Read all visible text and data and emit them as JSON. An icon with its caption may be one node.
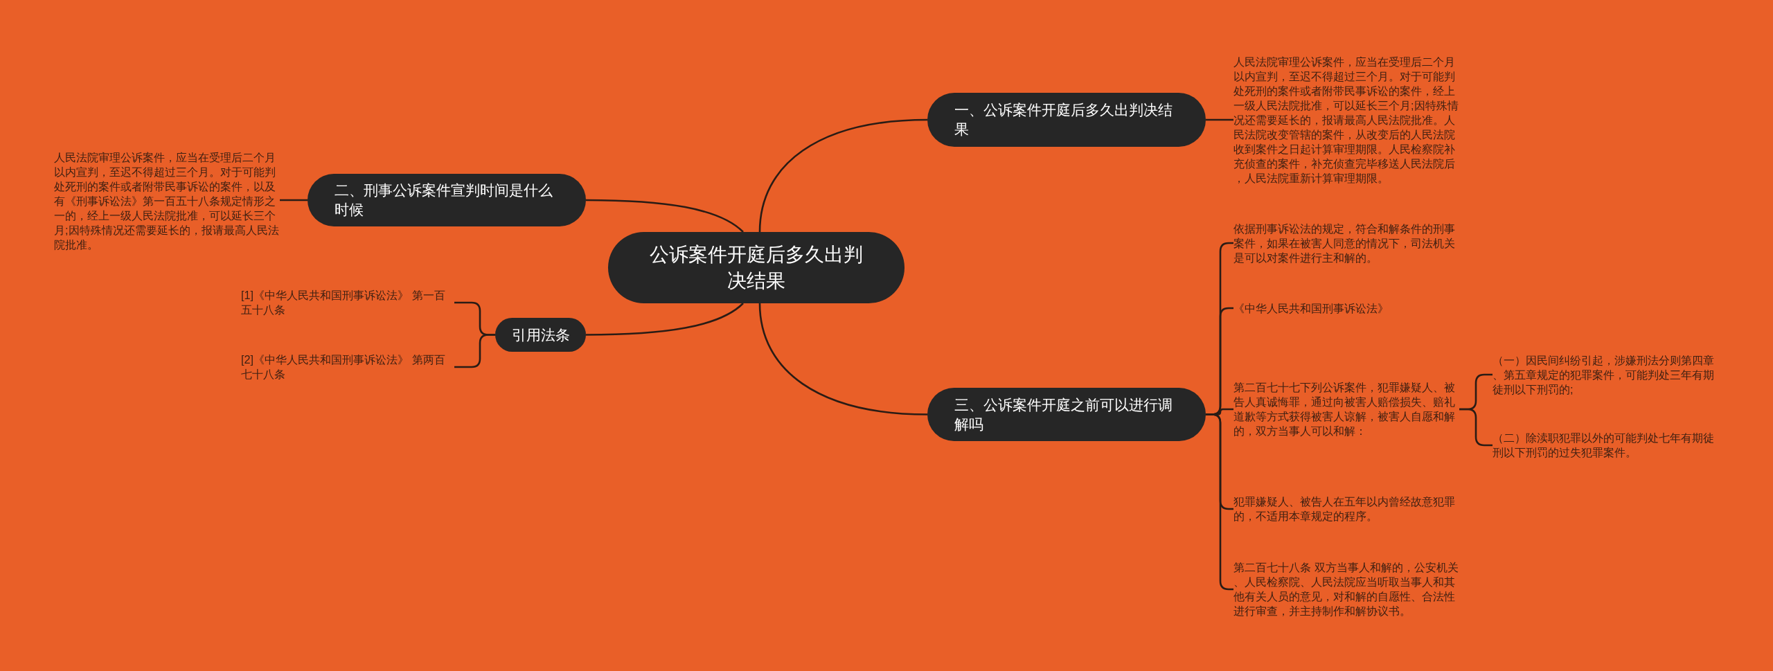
{
  "diagram": {
    "nodes": [
      {
        "text": [
          "公诉案件开庭后多久出判决结果"
        ]
      },
      {
        "text": [
          "一、公诉案件开庭后多久出判决结果"
        ]
      },
      {
        "text": [
          "人民法院审理公诉案件，应当在受理后二个月以内宣判，至迟不得超过三个月。对于可能判处死刑的案件或者附带民事诉讼的案件，经上一级人民法院批准，可以延长三个月;因特殊情况还需要延长的，报请最高人民法院批准。人民法院改变管辖的案件，从改变后的人民法院收到案件之日起计算审理期限。人民检察院补充侦查的案件，补充侦查完毕移送人民法院后，人民法院重新计算审理期限。"
        ]
      },
      {
        "text": [
          "二、刑事公诉案件宣判时间是什么时候"
        ]
      },
      {
        "text": [
          "人民法院审理公诉案件，应当在受理后二个月以内宣判，至迟不得超过三个月。对于可能判处死刑的案件或者附带民事诉讼的案件，以及有《刑事诉讼法》第一百五十八条规定情形之一的，经上一级人民法院批准，可以延长三个月;因特殊情况还需要延长的，报请最高人民法院批准。"
        ]
      },
      {
        "text": [
          "三、公诉案件开庭之前可以进行调解吗"
        ]
      },
      {
        "text": [
          "依据刑事诉讼法的规定，符合和解条件的刑事案件，如果在被害人同意的情况下，司法机关是可以对案件进行主和解的。"
        ]
      },
      {
        "text": [
          "《中华人民共和国刑事诉讼法》"
        ]
      },
      {
        "text": [
          "第二百七十七下列公诉案件，犯罪嫌疑人、被告人真诚悔罪，通过向被害人赔偿损失、赔礼道歉等方式获得被害人谅解，被害人自愿和解的，双方当事人可以和解："
        ]
      },
      {
        "text": [
          "（一）因民间纠纷引起，涉嫌刑法分则第四章、第五章规定的犯罪案件，可能判处三年有期徒刑以下刑罚的;"
        ]
      },
      {
        "text": [
          "（二）除渎职犯罪以外的可能判处七年有期徒刑以下刑罚的过失犯罪案件。"
        ]
      },
      {
        "text": [
          "犯罪嫌疑人、被告人在五年以内曾经故意犯罪的，不适用本章规定的程序。"
        ]
      },
      {
        "text": [
          "第二百七十八条 双方当事人和解的，公安机关、人民检察院、人民法院应当听取当事人和其他有关人员的意见，对和解的自愿性、合法性进行审查，并主持制作和解协议书。"
        ]
      },
      {
        "text": [
          "引用法条"
        ]
      },
      {
        "text": [
          "[1]《中华人民共和国刑事诉讼法》 第一百五十八条"
        ]
      },
      {
        "text": [
          "[2]《中华人民共和国刑事诉讼法》 第两百七十八条"
        ]
      }
    ],
    "edges": [
      {
        "from": 0,
        "to": 1,
        "arrow": "none"
      },
      {
        "from": 0,
        "to": 3,
        "arrow": "none"
      },
      {
        "from": 0,
        "to": 5,
        "arrow": "none"
      },
      {
        "from": 0,
        "to": 13,
        "arrow": "none"
      },
      {
        "from": 1,
        "to": 2,
        "arrow": "none"
      },
      {
        "from": 3,
        "to": 4,
        "arrow": "none"
      },
      {
        "from": 5,
        "to": 6,
        "arrow": "none"
      },
      {
        "from": 5,
        "to": 7,
        "arrow": "none"
      },
      {
        "from": 5,
        "to": 8,
        "arrow": "none"
      },
      {
        "from": 5,
        "to": 11,
        "arrow": "none"
      },
      {
        "from": 5,
        "to": 12,
        "arrow": "none"
      },
      {
        "from": 8,
        "to": 9,
        "arrow": "none"
      },
      {
        "from": 8,
        "to": 10,
        "arrow": "none"
      },
      {
        "from": 13,
        "to": 14,
        "arrow": "none"
      },
      {
        "from": 13,
        "to": 15,
        "arrow": "none"
      }
    ]
  }
}
